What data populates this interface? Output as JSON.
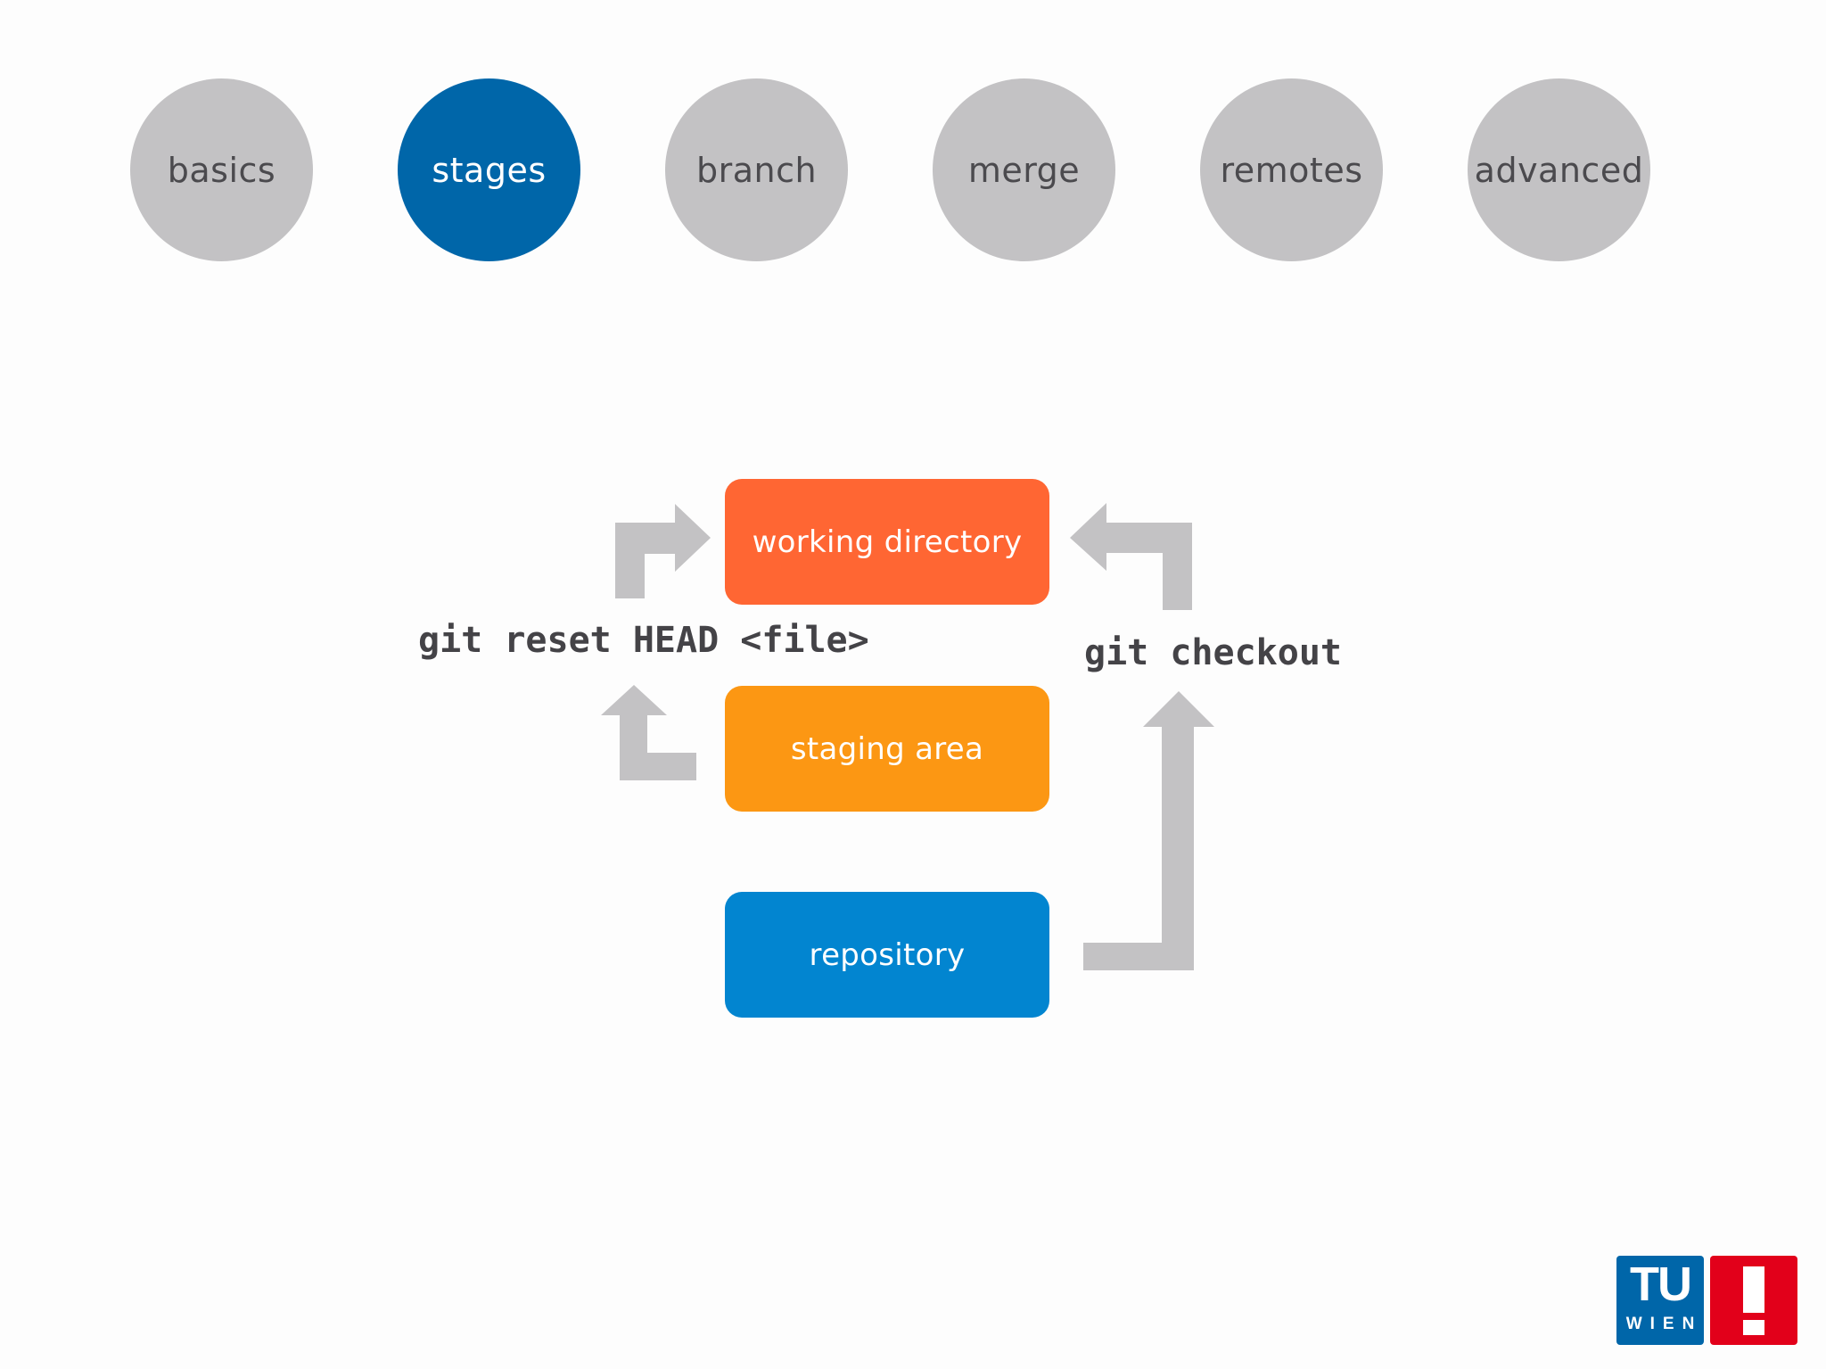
{
  "nav": {
    "items": [
      {
        "label": "basics",
        "active": false
      },
      {
        "label": "stages",
        "active": true
      },
      {
        "label": "branch",
        "active": false
      },
      {
        "label": "merge",
        "active": false
      },
      {
        "label": "remotes",
        "active": false
      },
      {
        "label": "advanced",
        "active": false
      }
    ]
  },
  "diagram": {
    "stages": {
      "working_directory": "working directory",
      "staging_area": "staging area",
      "repository": "repository"
    },
    "commands": {
      "reset": "git reset HEAD <file>",
      "checkout": "git checkout"
    }
  },
  "logo": {
    "big": "TU",
    "small": "WIEN"
  },
  "colors": {
    "nav_inactive": "#c3c2c4",
    "nav_active": "#0066a9",
    "working_directory": "#ff6633",
    "staging_area": "#fc9713",
    "repository": "#0285d0",
    "arrow": "#c3c2c4",
    "logo_blue": "#0066a9",
    "logo_red": "#e2001a"
  }
}
